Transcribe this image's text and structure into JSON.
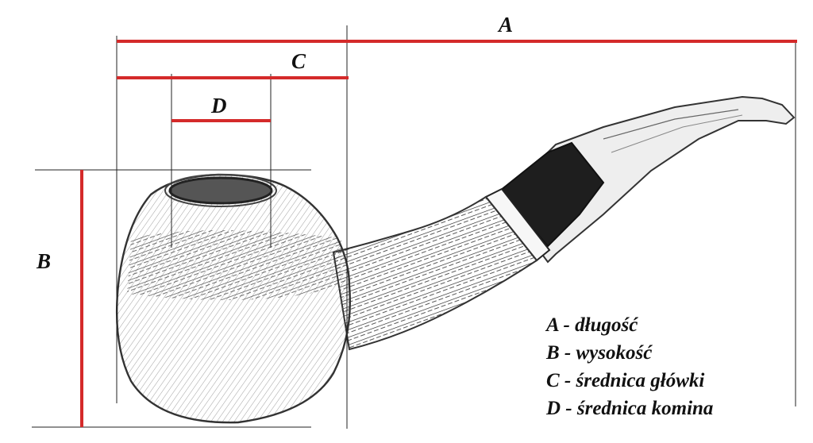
{
  "dimensions": {
    "A": {
      "label": "A",
      "description": "długość"
    },
    "B": {
      "label": "B",
      "description": "wysokość"
    },
    "C": {
      "label": "C",
      "description": "średnica główki"
    },
    "D": {
      "label": "D",
      "description": "średnica komina"
    }
  },
  "legend": {
    "separator": " - ",
    "rows": [
      {
        "key": "A",
        "text": "A - długość"
      },
      {
        "key": "B",
        "text": "B - wysokość"
      },
      {
        "key": "C",
        "text": "C - średnica główki"
      },
      {
        "key": "D",
        "text": "D - średnica komina"
      }
    ]
  },
  "colors": {
    "dimension_line": "#d42a2a",
    "guide_line": "#222222",
    "sketch": "#333333",
    "stem_band": "#1e1e1e"
  },
  "image": {
    "subject": "tobacco-pipe-sketch"
  }
}
